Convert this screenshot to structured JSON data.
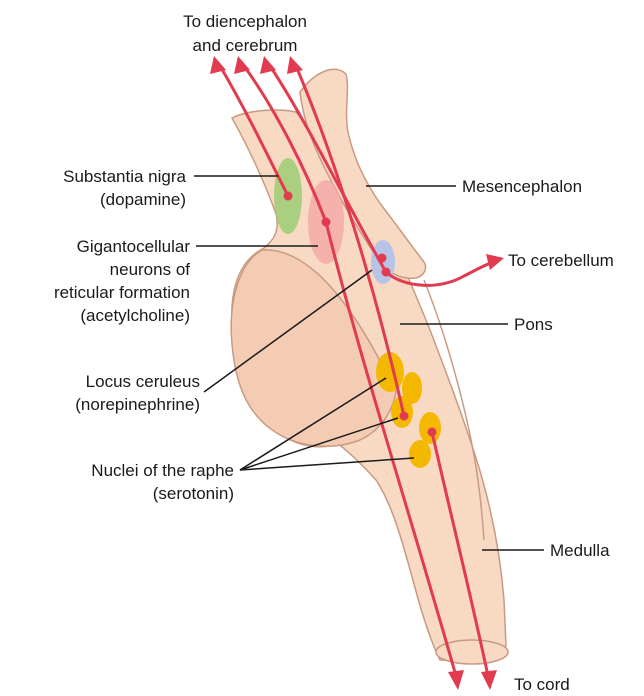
{
  "labels": {
    "top_line1": "To diencephalon",
    "top_line2": "and cerebrum",
    "substantia_line1": "Substantia nigra",
    "substantia_line2": "(dopamine)",
    "giganto_line1": "Gigantocellular",
    "giganto_line2": "neurons of",
    "giganto_line3": "reticular formation",
    "giganto_line4": "(acetylcholine)",
    "locus_line1": "Locus ceruleus",
    "locus_line2": "(norepinephrine)",
    "raphe_line1": "Nuclei of the raphe",
    "raphe_line2": "(serotonin)",
    "mesencephalon": "Mesencephalon",
    "cerebellum": "To cerebellum",
    "pons": "Pons",
    "medulla": "Medulla",
    "cord": "To cord"
  },
  "colors": {
    "tissue": "#f8d9c4",
    "tissue_outline": "#c99a82",
    "tract": "#e23a4e",
    "substantia_nigra": "#9ccc73",
    "reticular": "#f4a7a7",
    "locus_ceruleus": "#b8c3e8",
    "raphe": "#f5b800"
  }
}
